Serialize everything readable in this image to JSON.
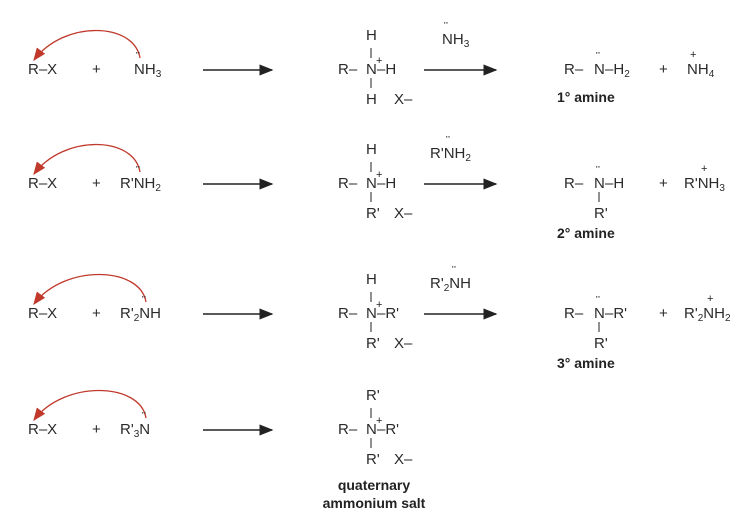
{
  "rows": [
    {
      "reactant": "R–X",
      "plus": "+",
      "nucleophile": {
        "pre": "",
        "atom": "N",
        "post": "H",
        "sub": "3"
      },
      "salt": {
        "top": "H",
        "left": "R–",
        "atom": "N",
        "right": "H",
        "bottom": "H",
        "anion": "X–",
        "charge": "+"
      },
      "reagent": {
        "pre": "",
        "atom": "N",
        "post": "H",
        "sub": "3"
      },
      "product": {
        "left": "R–",
        "atom": "N",
        "right": "H",
        "rsub": "2",
        "bottom": ""
      },
      "byproduct": {
        "pre": "",
        "atom": "N",
        "post": "H",
        "sub": "4",
        "charge": "+"
      },
      "label": "1° amine"
    },
    {
      "reactant": "R–X",
      "plus": "+",
      "nucleophile": {
        "pre": "R'",
        "atom": "N",
        "post": "H",
        "sub": "2"
      },
      "salt": {
        "top": "H",
        "left": "R–",
        "atom": "N",
        "right": "H",
        "bottom": "R'",
        "anion": "X–",
        "charge": "+"
      },
      "reagent": {
        "pre": "R'",
        "atom": "N",
        "post": "H",
        "sub": "2"
      },
      "product": {
        "left": "R–",
        "atom": "N",
        "right": "–H",
        "rsub": "",
        "bottom": "R'"
      },
      "byproduct": {
        "pre": "R'",
        "atom": "N",
        "post": "H",
        "sub": "3",
        "charge": "+"
      },
      "label": "2° amine"
    },
    {
      "reactant": "R–X",
      "plus": "+",
      "nucleophile": {
        "pre": "R'",
        "presub": "2",
        "atom": "N",
        "post": "H",
        "sub": ""
      },
      "salt": {
        "top": "H",
        "left": "R–",
        "atom": "N",
        "right": "–R'",
        "bottom": "R'",
        "anion": "X–",
        "charge": "+"
      },
      "reagent": {
        "pre": "R'",
        "presub": "2",
        "atom": "N",
        "post": "H",
        "sub": ""
      },
      "product": {
        "left": "R–",
        "atom": "N",
        "right": "–R'",
        "rsub": "",
        "bottom": "R'"
      },
      "byproduct": {
        "pre": "R'",
        "presub": "2",
        "atom": "N",
        "post": "H",
        "sub": "2",
        "charge": "+"
      },
      "label": "3° amine"
    },
    {
      "reactant": "R–X",
      "plus": "+",
      "nucleophile": {
        "pre": "R'",
        "presub": "3",
        "atom": "N",
        "post": "",
        "sub": ""
      },
      "salt": {
        "top": "R'",
        "left": "R–",
        "atom": "N",
        "right": "–R'",
        "bottom": "R'",
        "anion": "X–",
        "charge": "+"
      },
      "label": "quaternary ammonium salt"
    }
  ],
  "product_plus": "+",
  "lone_pair": "¨",
  "colors": {
    "curved_arrow": "#c0392b",
    "text": "#2a2a2a",
    "arrow": "#222222"
  }
}
